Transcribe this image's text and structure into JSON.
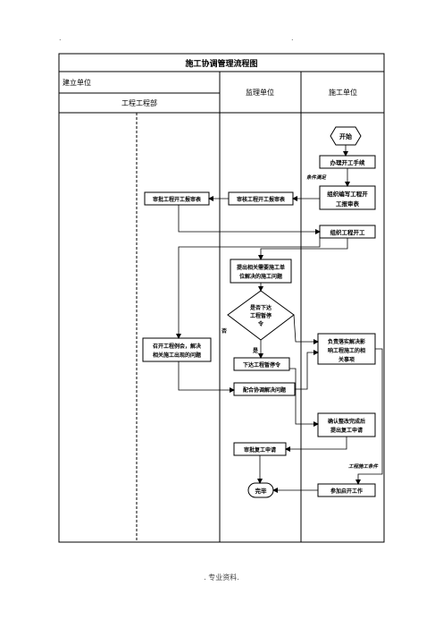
{
  "header": {
    "dot_left": ".",
    "dot_right": "."
  },
  "title": "施工协调管理流程图",
  "lanes": {
    "owner": "建立单位",
    "owner_sub": "工程工程部",
    "supervisor": "监理单位",
    "contractor": "施工单位"
  },
  "nodes": {
    "start": "开始",
    "permit": "办理开工手续",
    "organize_report": [
      "组织编写工程开",
      "工报审表"
    ],
    "review_report": "审核工程开工报审表",
    "approve_report": "审批工程开工报审表",
    "organize_start": "组织工程开工",
    "raise_issues": [
      "提出相关需要施工单",
      "位解决的施工问题"
    ],
    "decision": [
      "是否下达",
      "工程暂停",
      "令"
    ],
    "meeting": [
      "召开工程例会，解决",
      "相关施工出现的问题"
    ],
    "resolve": [
      "负责落实解决影",
      "响工程施工的相",
      "关事项"
    ],
    "issue_stop": "下达工程暂停令",
    "coordinate": "配合协调解决问题",
    "confirm": [
      "确认整改完成后",
      "提出复工申请"
    ],
    "approve_resume": "审批复工申请",
    "end": "完毕",
    "participate": "参加启开工作"
  },
  "labels": {
    "conditions": "条件满足",
    "no": "否",
    "yes": "是",
    "site_conditions": "工程施工条件"
  },
  "footer": ". 专业资料."
}
